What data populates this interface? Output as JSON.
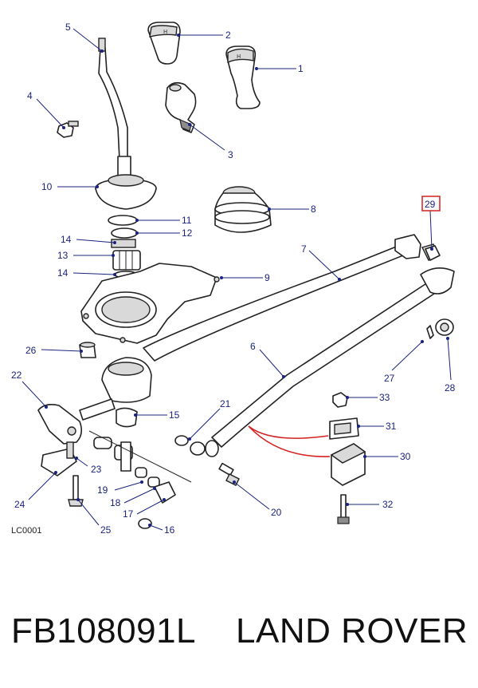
{
  "diagram": {
    "reference_code": "LC0001",
    "callouts": [
      "1",
      "2",
      "3",
      "4",
      "5",
      "6",
      "7",
      "8",
      "9",
      "10",
      "11",
      "12",
      "13",
      "14",
      "14",
      "15",
      "16",
      "17",
      "18",
      "19",
      "20",
      "21",
      "22",
      "23",
      "24",
      "25",
      "26",
      "27",
      "28",
      "29",
      "30",
      "31",
      "32",
      "33"
    ],
    "highlighted_callout": "29",
    "highlight_color": "#d42020",
    "label_color": "#1a237e"
  },
  "footer": {
    "part_number": "FB108091L",
    "brand": "LAND ROVER"
  }
}
